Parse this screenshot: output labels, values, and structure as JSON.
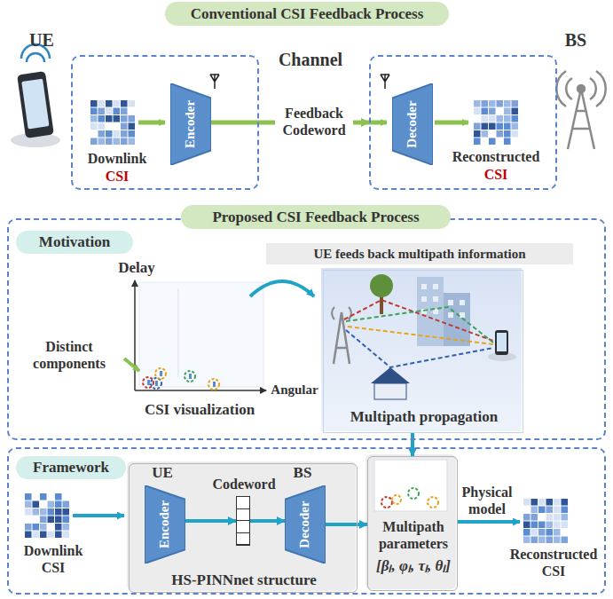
{
  "diagram": {
    "nodes": [
      {
        "text": [
          "Conventional CSI Feedback Process"
        ]
      },
      {
        "text": [
          "Downlink",
          "CSI"
        ]
      },
      {
        "text": [
          "Encoder"
        ],
        "in": 1
      },
      {
        "text": [
          "Reconstructed",
          "CSI"
        ]
      },
      {
        "text": [
          "Decoder"
        ],
        "in": 3
      },
      {
        "text": [
          "Proposed CSI Feedback Process"
        ]
      },
      {
        "text": [
          "Motivation"
        ]
      },
      {
        "text": [
          "UE feeds back multipath information"
        ],
        "in": 6
      },
      {
        "text": [
          "Multipath propagation"
        ],
        "in": 6
      },
      {
        "text": [
          "Framework"
        ]
      },
      {
        "text": [
          "HS-PINNnet structure"
        ],
        "in": 9
      },
      {
        "text": [
          "Encoder"
        ],
        "in": 10
      },
      {
        "text": [
          "Codeword"
        ],
        "in": 10
      },
      {
        "text": [
          "Decoder"
        ],
        "in": 10
      },
      {
        "text": [
          "Multipath parameters",
          "[βₗ, φₗ, τₗ, θₗ]"
        ],
        "in": 9
      }
    ],
    "edges": [
      {
        "from": 1,
        "to": 3,
        "label": "Feedback Codeword",
        "arrow": "to"
      },
      {
        "from": 11,
        "to": 12,
        "arrow": "to"
      },
      {
        "from": 12,
        "to": 13,
        "arrow": "to"
      },
      {
        "from": 13,
        "to": 14,
        "arrow": "to"
      },
      {
        "from": 8,
        "to": 14,
        "arrow": "to"
      }
    ],
    "labels": [
      "UE",
      "Channel",
      "BS",
      "Delay",
      "Distinct components",
      "Angular",
      "CSI visualization",
      "UE",
      "BS",
      "Downlink CSI",
      "Physical model",
      "Reconstructed CSI"
    ]
  }
}
